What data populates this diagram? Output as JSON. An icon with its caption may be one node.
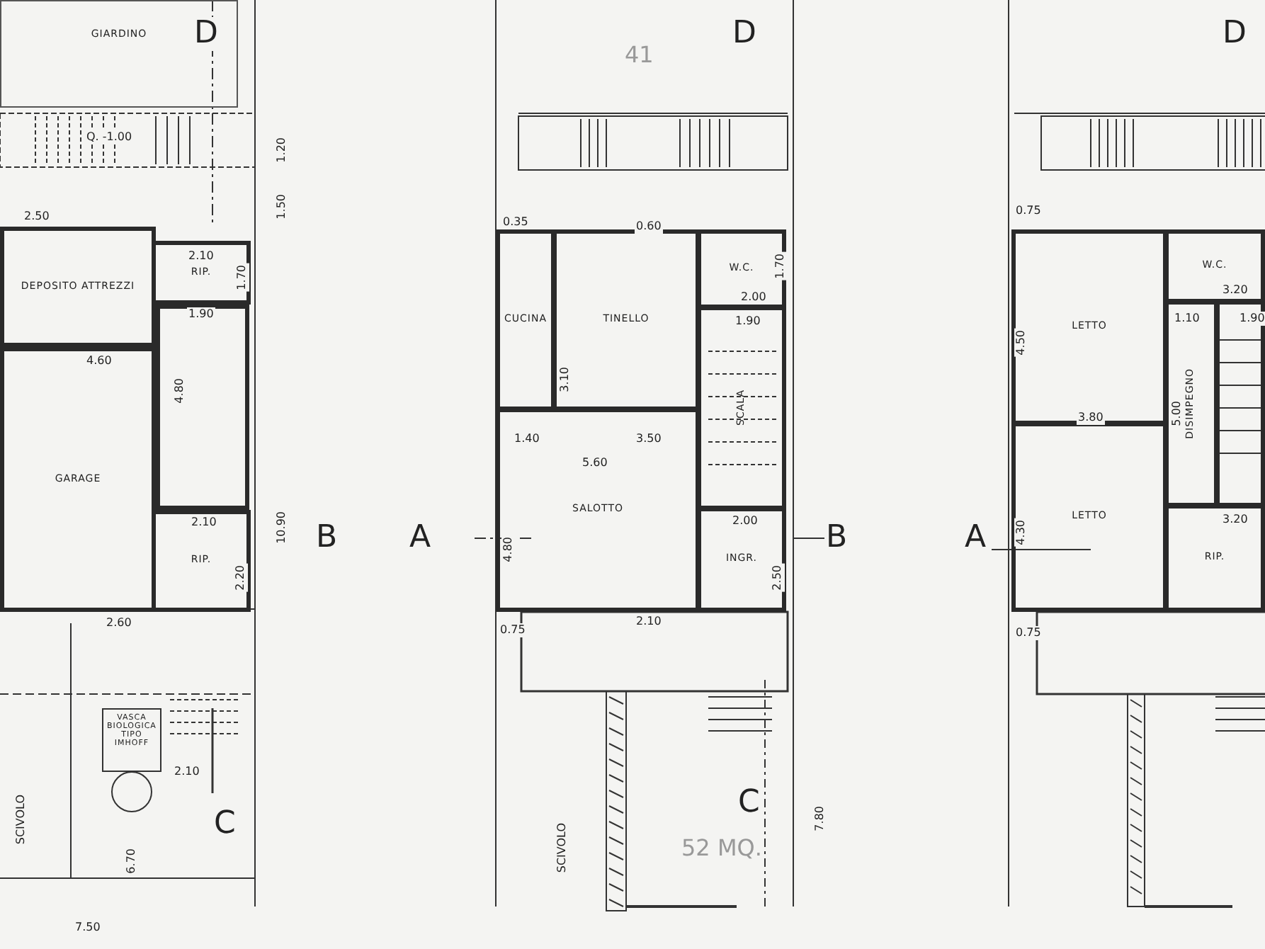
{
  "diagram": {
    "nodes": [
      {
        "text": [
          "GIARDINO"
        ]
      },
      {
        "text": [
          "DEPOSITO ATTREZZI"
        ]
      },
      {
        "text": [
          "GARAGE"
        ]
      },
      {
        "text": [
          "RIP."
        ]
      },
      {
        "text": [],
        "shape": "box"
      },
      {
        "text": [
          "RIP."
        ]
      },
      {
        "text": [
          "VASCA BIOLOGICA TIPO IMHOFF"
        ]
      },
      {
        "text": [
          "CUCINA"
        ]
      },
      {
        "text": [
          "TINELLO"
        ]
      },
      {
        "text": [
          "W.C."
        ]
      },
      {
        "text": [
          "SCALA"
        ]
      },
      {
        "text": [
          "SALOTTO"
        ]
      },
      {
        "text": [
          "INGR."
        ]
      },
      {
        "text": [
          "LETTO"
        ]
      },
      {
        "text": [
          "W.C."
        ]
      },
      {
        "text": [
          "DISIMPEGNO"
        ]
      },
      {
        "text": [],
        "shape": "box"
      },
      {
        "text": [
          "LETTO"
        ]
      },
      {
        "text": [
          "RIP."
        ]
      }
    ],
    "edges": [],
    "labels": [
      "Q. -1.00",
      "2.50",
      "2.10",
      "1.70",
      "1.90",
      "4.60",
      "4.80",
      "2.10",
      "2.20",
      "2.60",
      "2.10",
      "6.70",
      "7.50",
      "SCIVOLO",
      "1.20",
      "1.50",
      "10.90",
      "D",
      "B",
      "C",
      "41",
      "0.35",
      "0.60",
      "1.70",
      "2.00",
      "1.90",
      "3.10",
      "1.40",
      "3.50",
      "5.60",
      "4.80",
      "2.00",
      "2.50",
      "2.10",
      "A",
      "B",
      "D",
      "0.75",
      "SCIVOLO",
      "C",
      "52 MQ.",
      "7.80",
      "0.75",
      "4.50",
      "3.80",
      "3.20",
      "1.10",
      "1.90",
      "5.00",
      "3.20",
      "A",
      "4.30",
      "0.75",
      "D"
    ]
  }
}
